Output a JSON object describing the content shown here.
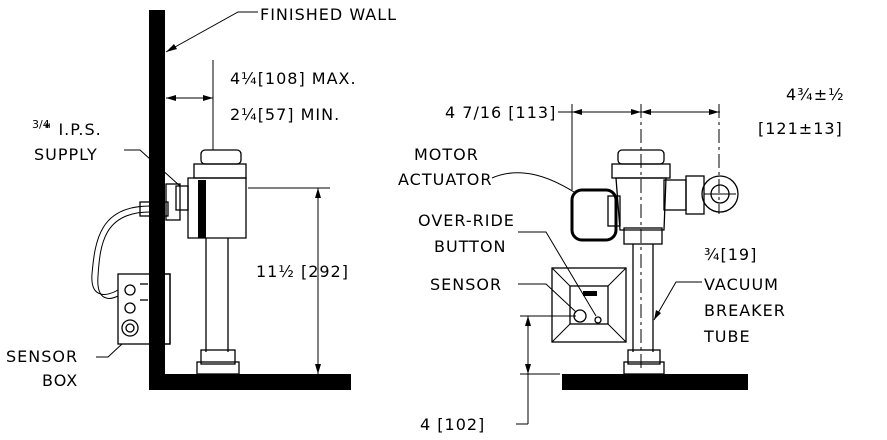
{
  "labels": {
    "finished_wall": "FINISHED WALL",
    "max_dim": "4¼[108] MAX.",
    "min_dim": "2¼[57] MIN.",
    "ips_frac": "3/4",
    "ips": "\" I.P.S.",
    "supply": "SUPPLY",
    "height_dim": "11½ [292]",
    "sensor_box_1": "SENSOR",
    "sensor_box_2": "BOX",
    "width_dim": "4 7/16 [113]",
    "offset_dim_1": "4¾±½",
    "offset_dim_2": "[121±13]",
    "motor_1": "MOTOR",
    "motor_2": "ACTUATOR",
    "override_1": "OVER-RIDE",
    "override_2": "BUTTON",
    "sensor": "SENSOR",
    "vb_dim": "¾[19]",
    "vb_1": "VACUUM",
    "vb_2": "BREAKER",
    "vb_3": "TUBE",
    "floor_dim": "4 [102]"
  }
}
